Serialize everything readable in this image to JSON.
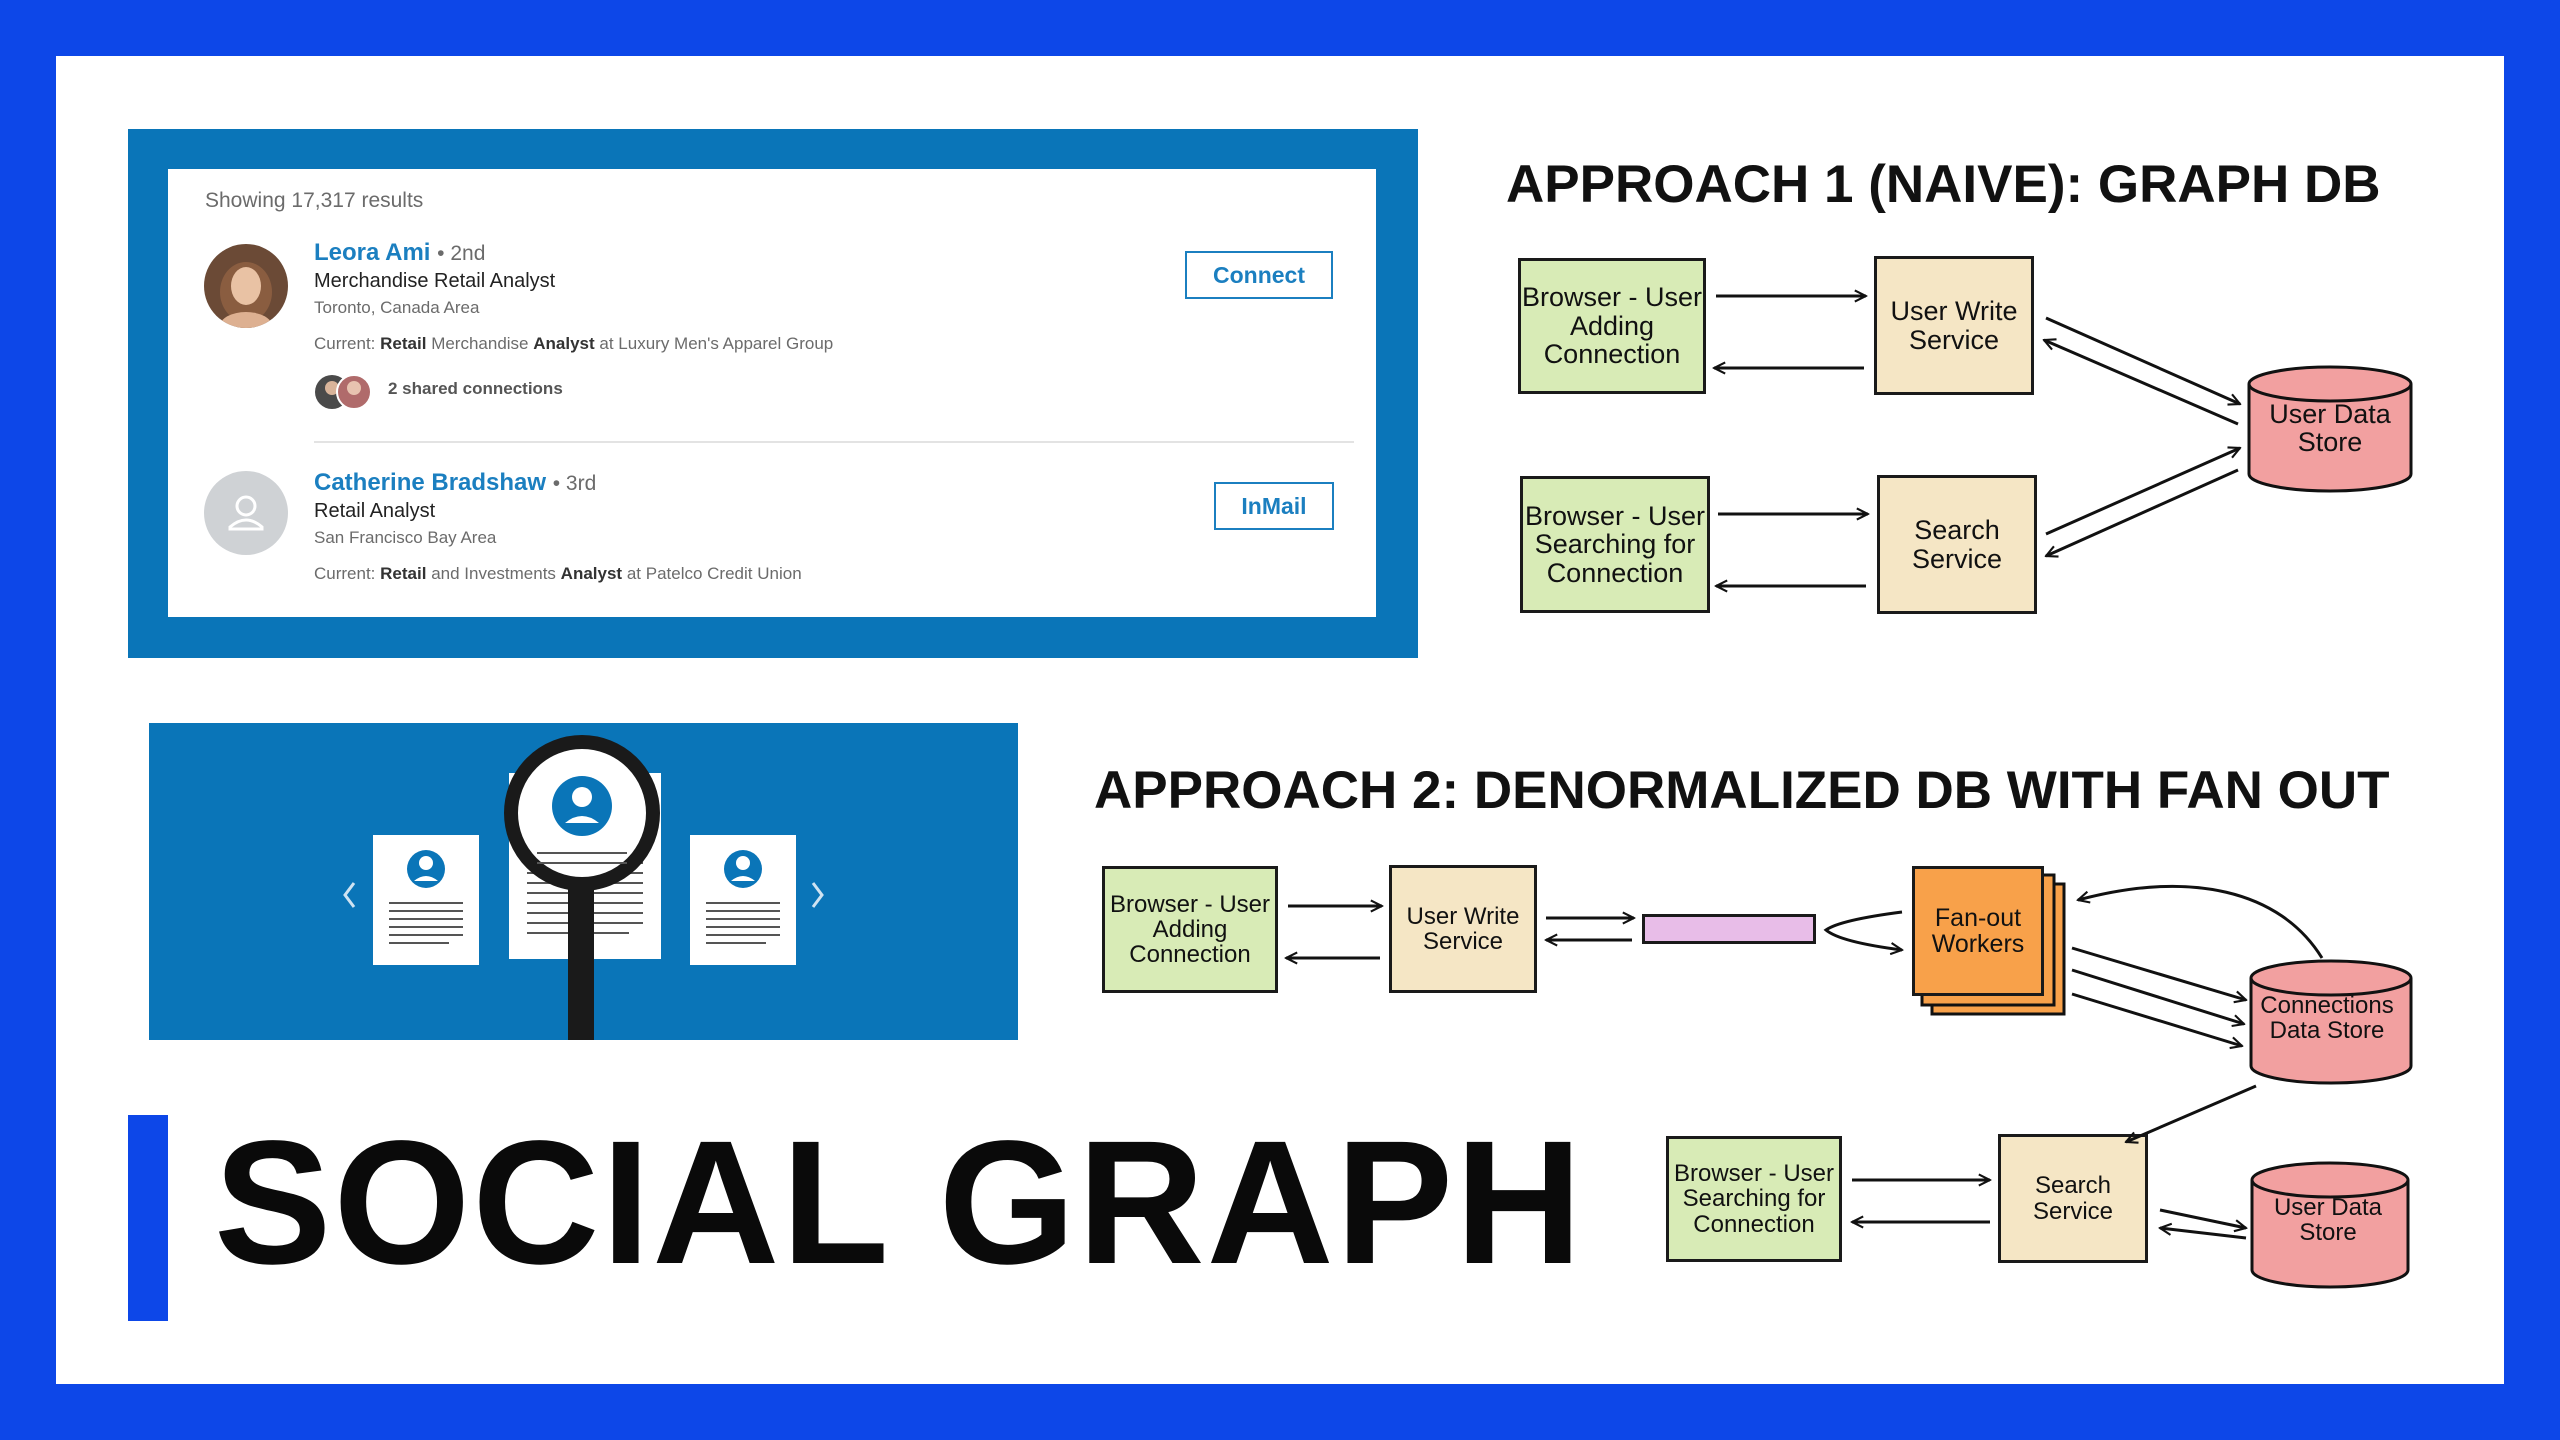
{
  "results": {
    "count_text": "Showing 17,317 results",
    "people": [
      {
        "name": "Leora Ami",
        "degree": "• 2nd",
        "title": "Merchandise Retail Analyst",
        "location": "Toronto, Canada Area",
        "current_label": "Current:",
        "current_parts": [
          "Retail",
          "Merchandise",
          "Analyst",
          "at Luxury Men's Apparel Group"
        ],
        "shared": "2 shared connections",
        "action": "Connect"
      },
      {
        "name": "Catherine Bradshaw",
        "degree": "• 3rd",
        "title": "Retail Analyst",
        "location": "San Francisco Bay Area",
        "current_label": "Current:",
        "current_parts": [
          "Retail",
          "and Investments",
          "Analyst",
          "at Patelco Credit Union"
        ],
        "action": "InMail"
      }
    ]
  },
  "approach1": {
    "heading": "APPROACH 1 (NAIVE): GRAPH DB",
    "nodes": {
      "browser_add": "Browser - User Adding Connection",
      "write_service": "User Write Service",
      "browser_search": "Browser - User Searching for Connection",
      "search_service": "Search Service",
      "user_store": "User Data Store"
    }
  },
  "approach2": {
    "heading": "APPROACH 2: DENORMALIZED DB WITH FAN OUT",
    "nodes": {
      "browser_add": "Browser - User Adding Connection",
      "write_service": "User Write Service",
      "fanout": "Fan-out Workers",
      "connections_store": "Connections Data Store",
      "browser_search": "Browser - User Searching for Connection",
      "search_service": "Search Service",
      "user_store": "User Data Store"
    }
  },
  "title": "SOCIAL GRAPH",
  "colors": {
    "frame_blue": "#0d47e8",
    "linkedin_blue": "#0a75b8",
    "green_box": "#d8ebb6",
    "tan_box": "#f5e6c5",
    "orange_box": "#f8a14a",
    "pink_store": "#f2a0a0",
    "queue": "#e8bde8"
  }
}
